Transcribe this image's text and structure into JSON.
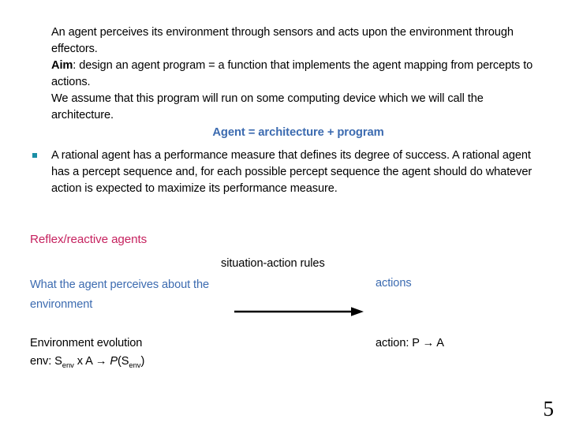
{
  "slide": {
    "page_number": "5",
    "background_color": "#ffffff",
    "body": {
      "paragraphs": [
        {
          "id": "p-perceive",
          "text": "An agent perceives its environment through sensors and acts upon the environment through effectors.",
          "color": "#000000"
        },
        {
          "id": "p-aim",
          "lead": "Aim",
          "rest": ": design an agent program = a function that implements the agent mapping from percepts to actions.",
          "color": "#000000"
        },
        {
          "id": "p-assume",
          "text": "We assume that this program will run on some computing device which we will call the architecture.",
          "color": "#000000"
        }
      ],
      "equation_line": {
        "text": "Agent = architecture + program",
        "color": "#3c6bb0"
      },
      "bullet": {
        "marker_color": "#1b8fa6",
        "text": "A rational agent has a performance measure that defines its degree of success. A rational agent has a percept sequence and, for each possible percept sequence the agent should do whatever action is expected to maximize its performance measure.",
        "color": "#000000"
      }
    },
    "section": {
      "heading": "Reflex/reactive agents",
      "heading_color": "#c6225f"
    },
    "diagram": {
      "rules_label": "situation-action rules",
      "rules_color": "#000000",
      "percepts_label": "What the agent perceives about the environment",
      "percepts_color": "#3c6bb0",
      "actions_label": "actions",
      "actions_color": "#3c6bb0",
      "environment_evolution_label": "Environment evolution",
      "environment_formula": {
        "prefix": "env: S",
        "sub1": "env",
        "middle": " x A → ",
        "italic": "P",
        "open": "(S",
        "sub2": "env",
        "close": ")"
      },
      "action_mapping_label": "action: P → A",
      "arrow_color": "#000000"
    }
  }
}
